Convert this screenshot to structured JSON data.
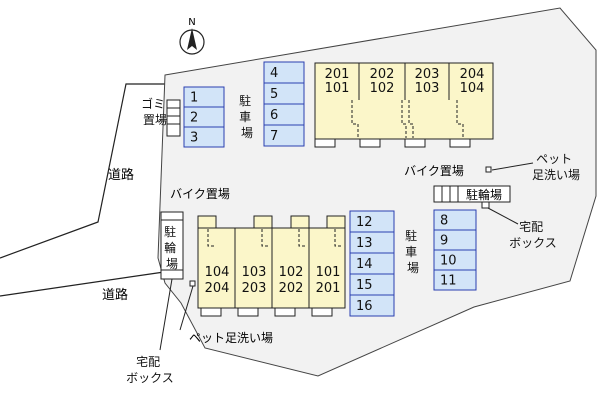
{
  "compass": {
    "letter": "N",
    "icon": "north-arrow-icon"
  },
  "roads": [
    "道路",
    "道路"
  ],
  "areas": {
    "garbage": "ゴミ置場",
    "parking_label": "駐車場",
    "bike_parking_top": "バイク置場",
    "bike_parking_left": "バイク置場",
    "bicycle_parking": "駐輪場",
    "pet_wash_top": "ペット足洗い場",
    "pet_wash_bottom": "ペット足洗い場",
    "delivery_box": "宅配ボックス"
  },
  "parking_lots": {
    "lot_a": [
      "1",
      "2",
      "3"
    ],
    "lot_b": [
      "4",
      "5",
      "6",
      "7"
    ],
    "lot_c": [
      "8",
      "9",
      "10",
      "11"
    ],
    "lot_d": [
      "12",
      "13",
      "14",
      "15",
      "16"
    ]
  },
  "buildings": {
    "north": [
      {
        "upper": "201",
        "lower": "101"
      },
      {
        "upper": "202",
        "lower": "102"
      },
      {
        "upper": "203",
        "lower": "103"
      },
      {
        "upper": "204",
        "lower": "104"
      }
    ],
    "south": [
      {
        "upper": "104",
        "lower": "204"
      },
      {
        "upper": "103",
        "lower": "203"
      },
      {
        "upper": "102",
        "lower": "202"
      },
      {
        "upper": "101",
        "lower": "201"
      }
    ]
  },
  "colors": {
    "lot": "#f2f2f2",
    "building": "#fbf6c9",
    "parking_fill": "#d2e4f8",
    "parking_border": "#2a3fb0",
    "line": "#222222"
  }
}
